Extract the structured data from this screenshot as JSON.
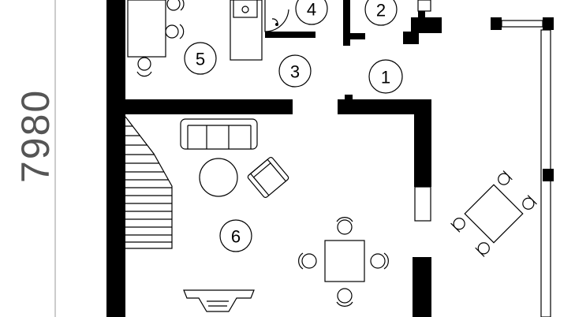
{
  "dimension_label": "7980",
  "rooms": [
    {
      "number": "1"
    },
    {
      "number": "2"
    },
    {
      "number": "3"
    },
    {
      "number": "4"
    },
    {
      "number": "5"
    },
    {
      "number": "6"
    }
  ]
}
